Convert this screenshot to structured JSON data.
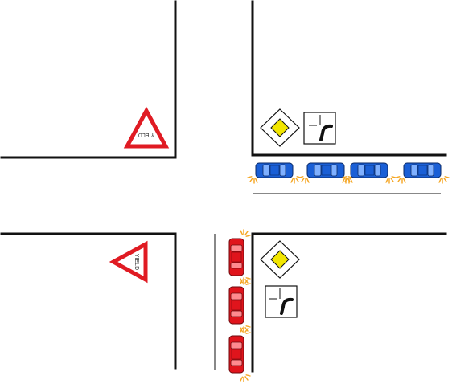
{
  "signs": {
    "yield_top_label": "YIELD",
    "yield_bottom_label": "YIELD",
    "priority_road_icon": "priority-road-diamond",
    "priority_turn_icon": "priority-road-turns-left"
  },
  "vehicles": {
    "top_row": {
      "color": "#1a5fd6",
      "count": 4,
      "orientation": "horizontal",
      "indicators": "flashing"
    },
    "right_column": {
      "color": "#e0141c",
      "count": 3,
      "orientation": "vertical",
      "indicators": "flashing"
    }
  },
  "colors": {
    "road_edge": "#111111",
    "yield_border": "#e01b23",
    "priority_fill": "#f2e600",
    "indicator_light": "#f5a623"
  }
}
